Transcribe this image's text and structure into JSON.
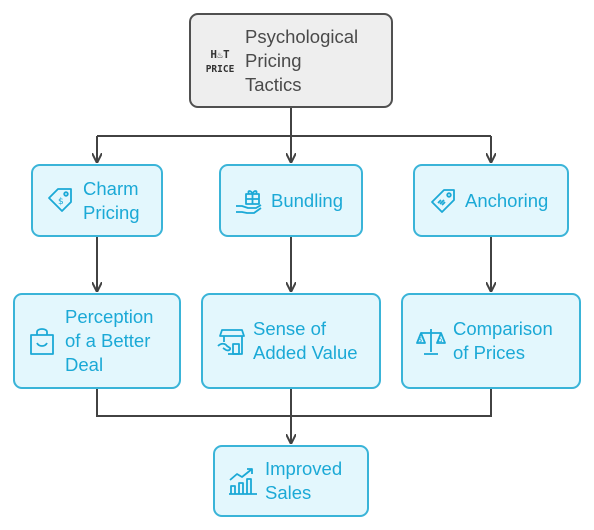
{
  "diagram": {
    "root": {
      "label": "Psychological\nPricing\nTactics",
      "icon_name": "hot-price-icon",
      "icon_text": "HOT PRICE"
    },
    "tactics": [
      {
        "label": "Charm\nPricing",
        "icon_name": "price-tag-icon"
      },
      {
        "label": "Bundling",
        "icon_name": "hand-gift-icon"
      },
      {
        "label": "Anchoring",
        "icon_name": "price-tag-icon"
      }
    ],
    "effects": [
      {
        "label": "Perception\nof a Better\nDeal",
        "icon_name": "shopping-bag-icon"
      },
      {
        "label": "Sense of\nAdded Value",
        "icon_name": "store-hand-icon"
      },
      {
        "label": "Comparison\nof Prices",
        "icon_name": "balance-scale-icon"
      }
    ],
    "outcome": {
      "label": "Improved\nSales",
      "icon_name": "chart-growth-icon"
    },
    "colors": {
      "accent": "#1ba9d6",
      "box_fill": "#e3f7fd",
      "box_border": "#3ab4d8",
      "root_fill": "#eeeeee",
      "root_border": "#505050",
      "connector": "#424242"
    }
  }
}
